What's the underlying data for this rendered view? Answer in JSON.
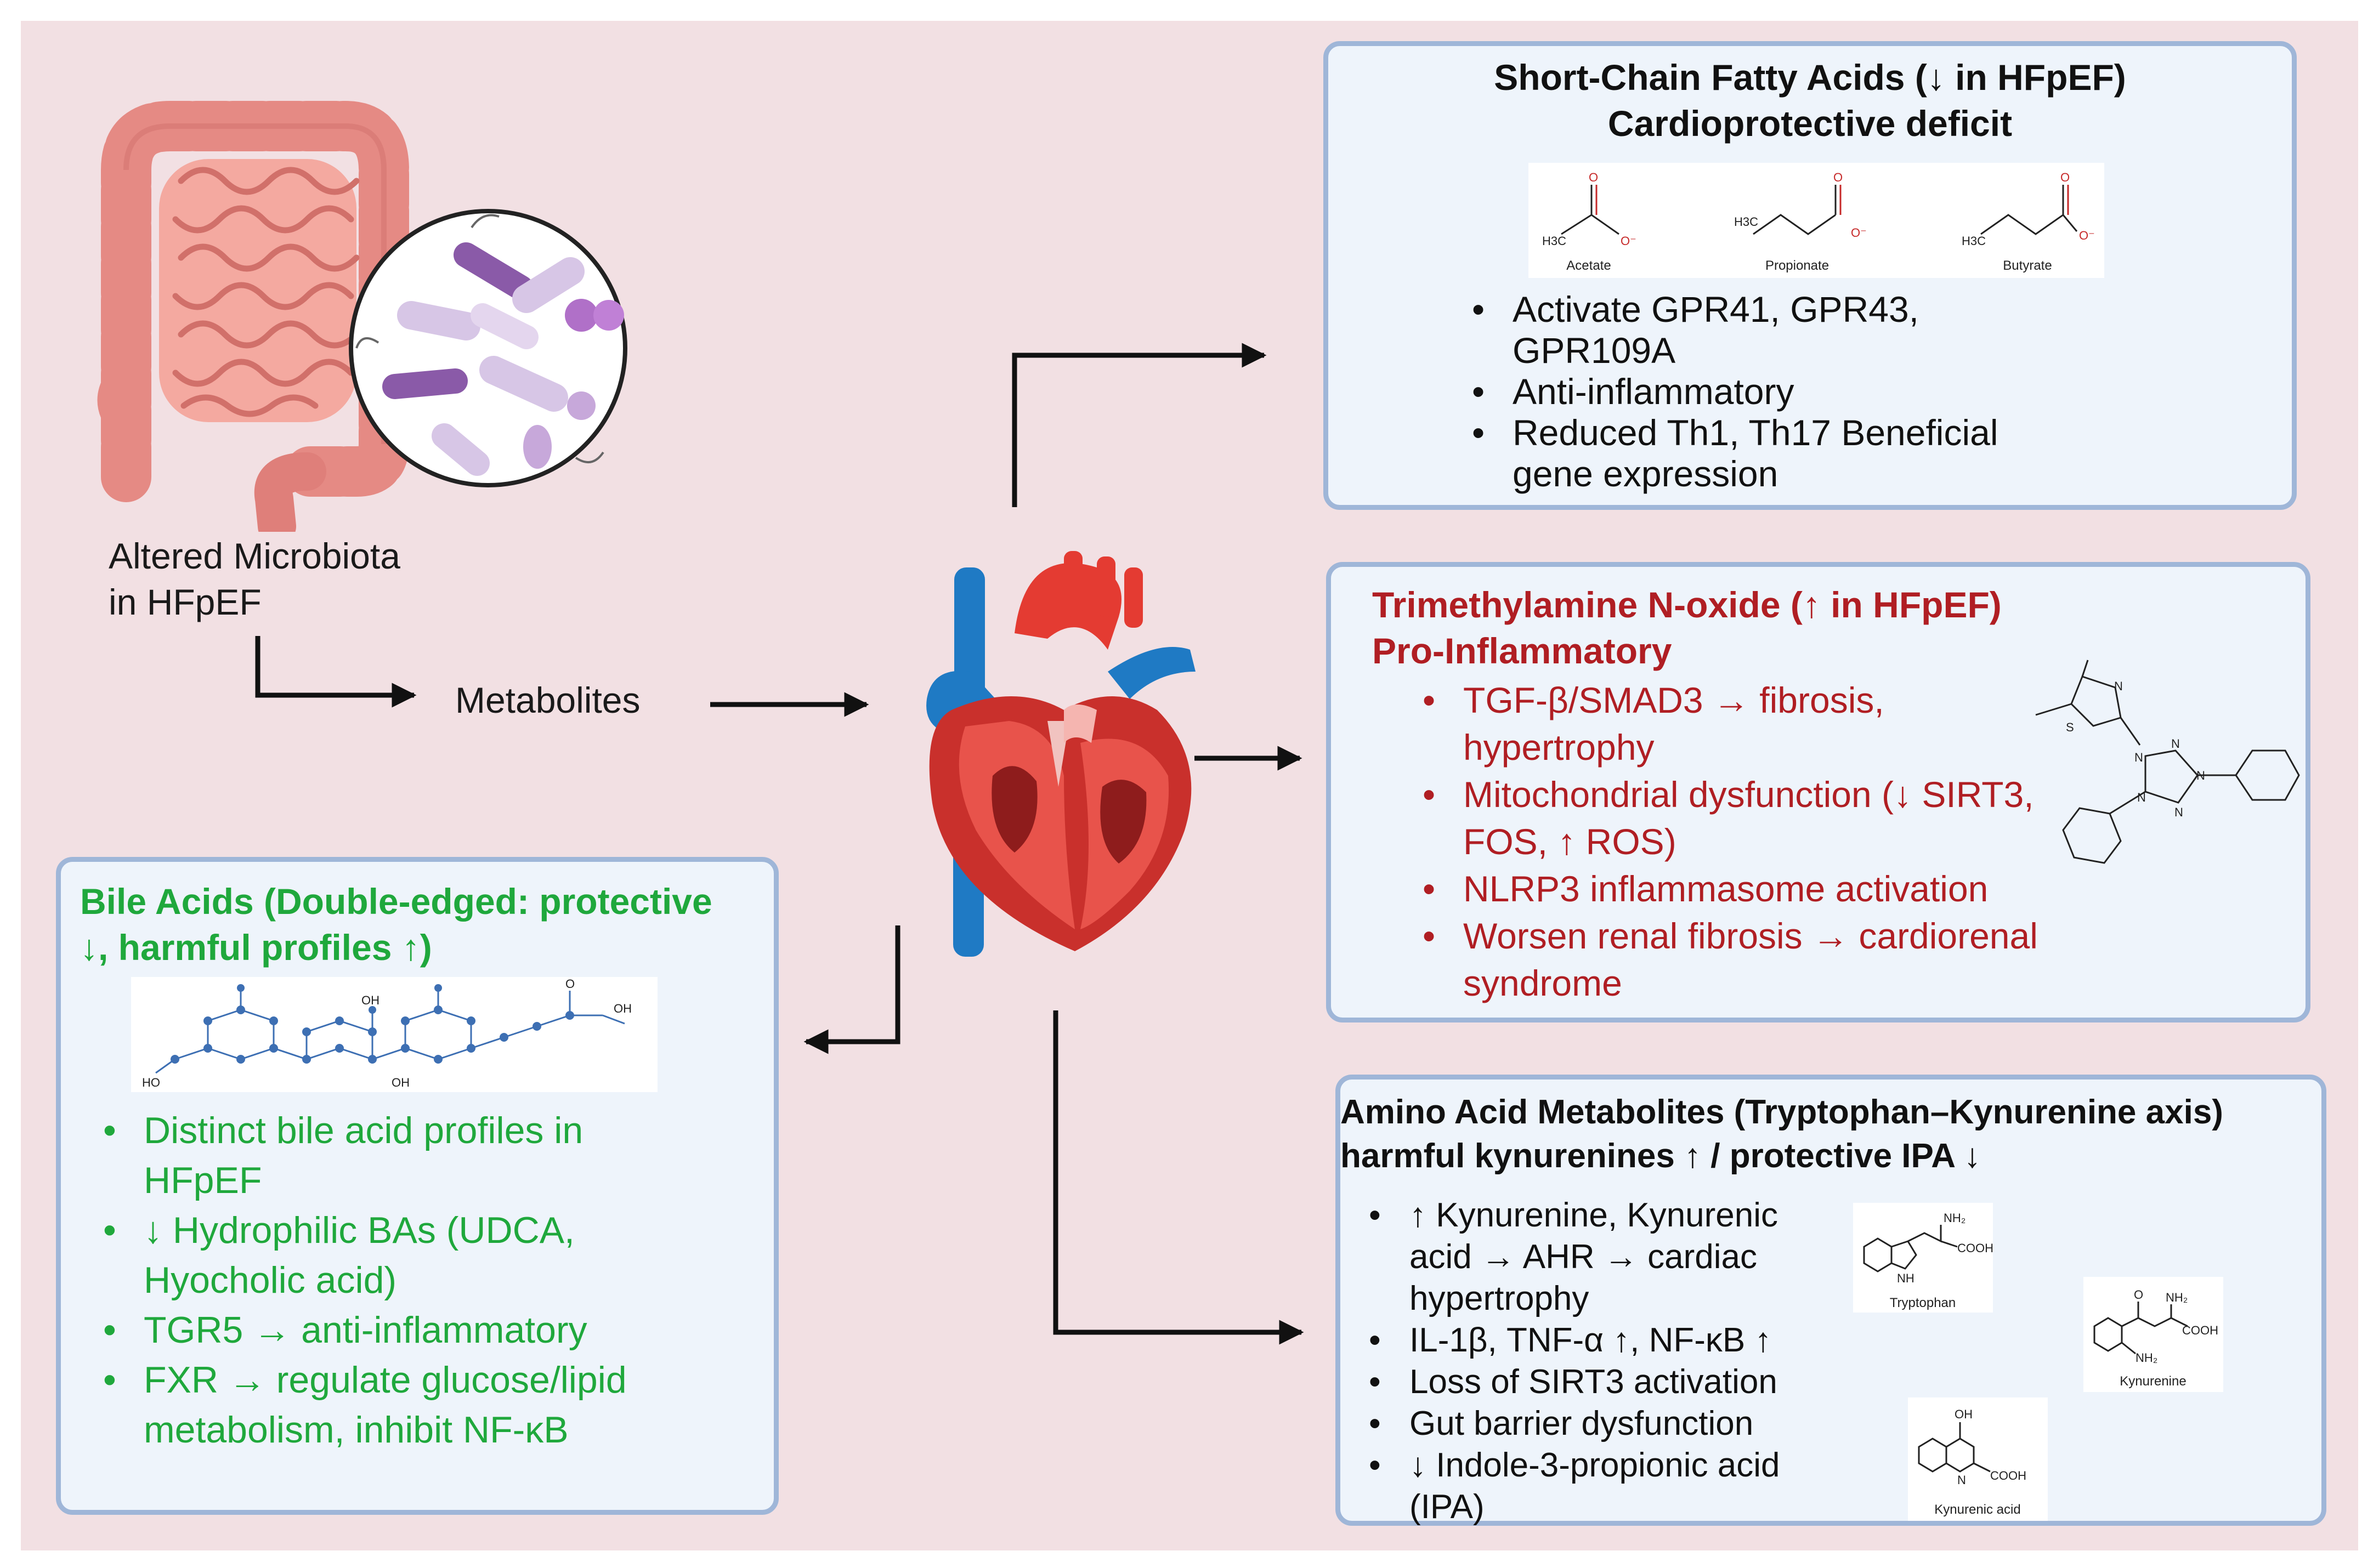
{
  "microbiota_label": [
    "Altered Microbiota",
    "in HFpEF"
  ],
  "metabolites_label": "Metabolites",
  "scfa": {
    "title": [
      "Short-Chain Fatty Acids (↓ in HFpEF)",
      "Cardioprotective deficit"
    ],
    "structures": [
      "Acetate",
      "Propionate",
      "Butyrate"
    ],
    "bullets": [
      "Activate GPR41, GPR43, GPR109A",
      "Anti-inflammatory",
      "Reduced Th1, Th17 Beneficial gene expression"
    ]
  },
  "tmao": {
    "title": [
      "Trimethylamine N-oxide (↑ in HFpEF)",
      "Pro-Inflammatory"
    ],
    "bullets": [
      "TGF-β/SMAD3 → fibrosis, hypertrophy",
      "Mitochondrial dysfunction (↓ SIRT3, FOS, ↑ ROS)",
      "NLRP3 inflammasome activation",
      "Worsen renal fibrosis → cardiorenal syndrome"
    ],
    "atoms": [
      "N",
      "S",
      "N",
      "N",
      "N",
      "N",
      "N"
    ]
  },
  "bile": {
    "title": [
      "Bile Acids (Double-edged: protective",
      "↓, harmful profiles ↑)"
    ],
    "bullets": [
      "Distinct bile acid profiles in HFpEF",
      "↓ Hydrophilic BAs (UDCA, Hyocholic acid)",
      "TGR5 → anti-inflammatory",
      "FXR → regulate glucose/lipid metabolism, inhibit NF-κB"
    ],
    "atoms": [
      "OH",
      "O",
      "OH",
      "HO",
      "OH"
    ]
  },
  "amino": {
    "title": [
      "Amino Acid Metabolites (Tryptophan–Kynurenine axis)",
      "harmful kynurenines ↑ / protective IPA ↓"
    ],
    "bullets": [
      "↑ Kynurenine, Kynurenic acid → AHR → cardiac hypertrophy",
      "IL-1β, TNF-α ↑, NF-κB ↑",
      "Loss of SIRT3 activation",
      "Gut barrier dysfunction",
      "↓ Indole-3-propionic acid (IPA)"
    ],
    "structures": [
      "Tryptophan",
      "Kynurenine",
      "Kynurenic acid"
    ],
    "atoms": {
      "trp": [
        "NH₂",
        "COOH",
        "NH"
      ],
      "kyn": [
        "O",
        "NH₂",
        "COOH",
        "NH₂"
      ],
      "kyna": [
        "OH",
        "N",
        "COOH"
      ]
    }
  },
  "colors": {
    "background": "#f2e0e3",
    "panel_fill": "#eef4fb",
    "panel_border": "#9fb6d8",
    "tmao_red": "#b01e23",
    "bile_green": "#1fa83c",
    "text": "#1a1a1a"
  },
  "icons": [
    "intestine-icon",
    "bacteria-magnifier-icon",
    "heart-icon"
  ]
}
